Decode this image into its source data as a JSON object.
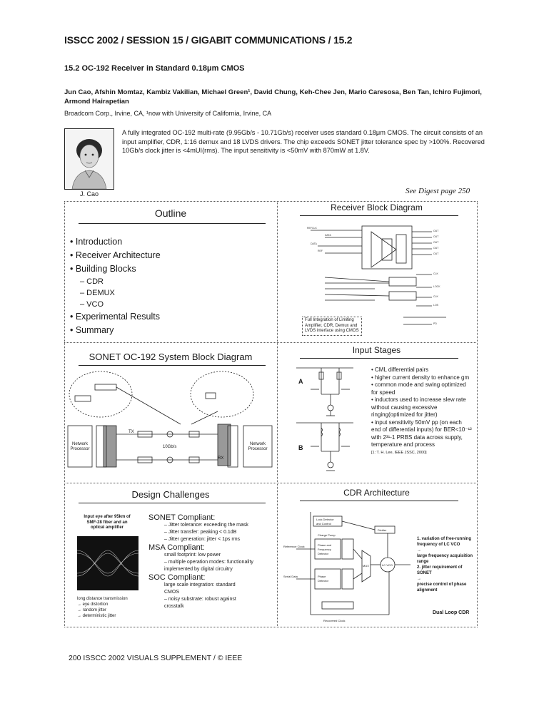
{
  "header": "ISSCC 2002 / SESSION 15 / GIGABIT COMMUNICATIONS / 15.2",
  "paper_title": "15.2   OC-192 Receiver in Standard 0.18μm CMOS",
  "authors": "Jun Cao, Afshin Momtaz, Kambiz Vakilian, Michael Green¹, David Chung, Keh-Chee Jen, Mario Caresosa, Ben Tan, Ichiro Fujimori, Armond Hairapetian",
  "affiliation": "Broadcom Corp., Irvine, CA, ¹now with University of California, Irvine, CA",
  "photo_caption": "J. Cao",
  "abstract": "A fully integrated OC-192 multi-rate (9.95Gb/s - 10.71Gb/s) receiver uses standard 0.18μm CMOS. The circuit consists of an input amplifier, CDR, 1:16 demux and 18 LVDS drivers. The chip exceeds SONET jitter tolerance spec by >100%. Recovered 10Gb/s clock jitter is <4mUI(rms). The input sensitivity is <50mV with 870mW at 1.8V.",
  "digest_ref": "See Digest page 250",
  "panels": {
    "outline": {
      "title": "Outline",
      "items": [
        "• Introduction",
        "• Receiver Architecture",
        "• Building Blocks"
      ],
      "subitems": [
        "– CDR",
        "– DEMUX",
        "– VCO"
      ],
      "items2": [
        "• Experimental Results",
        "• Summary"
      ]
    },
    "receiver": {
      "title": "Receiver Block Diagram",
      "note": [
        "Full Integration of Limiting",
        "Amplifier, CDR, Demux and",
        "LVDS interface using CMOS"
      ]
    },
    "sonet": {
      "title": "SONET OC-192 System Block Diagram",
      "left_label": [
        "Network",
        "Processor"
      ],
      "right_label": [
        "Network",
        "Processor"
      ],
      "rate": "10Gb/s",
      "tx": "TX",
      "rx": "RX"
    },
    "input": {
      "title": "Input Stages",
      "label_a": "A",
      "label_b": "B",
      "bullets": [
        "• CML differential pairs",
        "• higher current density to enhance gm",
        "• common mode and swing optimized for speed",
        "• inductors used to increase slew rate without causing excessive ringing(optimized for jitter)",
        "• input sensitivity 50mV pp (on each end of differential inputs) for BER<10⁻¹² with 2³¹-1 PRBS data across supply, temperature and process"
      ],
      "ref": "[1: T. H. Lee, IEEE JSSC, 2000]"
    },
    "challenges": {
      "title": "Design Challenges",
      "eye_caption": [
        "Input eye after 95km of",
        "SMF-28 fiber and an",
        "optical amplifier"
      ],
      "eye_legend": [
        "long distance transmission",
        "→ eye distortion",
        "→ random jitter",
        "→ deterministic jitter"
      ],
      "sections": [
        {
          "head": "SONET Compliant:",
          "lines": [
            "– Jitter tolerance: exceeding the mask",
            "– Jitter transfer: peaking < 0.1dB",
            "– Jitter generation: jitter < 1ps rms"
          ]
        },
        {
          "head": "MSA Compliant:",
          "lines": [
            "small footprint: low power",
            "– multiple operation modes: functionality",
            "   implemented by digital circuitry"
          ]
        },
        {
          "head": "SOC Compliant:",
          "lines": [
            "large scale integration: standard",
            "   CMOS",
            "– noisy substrate: robust against",
            "   crosstalk"
          ]
        }
      ]
    },
    "cdr": {
      "title": "CDR Architecture",
      "notes": [
        "1. variation of free-running",
        "frequency of LC VCO",
        "→",
        "large frequency acquisition",
        "range",
        "2. jitter requirement of SONET",
        "→",
        "precise control of phase",
        "alignment"
      ],
      "caption": "Dual Loop CDR",
      "blocks": [
        "Lock Detector",
        "and Control",
        "Divider",
        "Charge Pump",
        "Phase and",
        "Frequency",
        "Detector",
        "Phase",
        "Detector",
        "MUX",
        "LC VCO",
        "Reference Clock",
        "Serial Data",
        "Recovered Clock"
      ]
    }
  },
  "footer": "200      ISSCC 2002 VISUALS SUPPLEMENT / © IEEE"
}
